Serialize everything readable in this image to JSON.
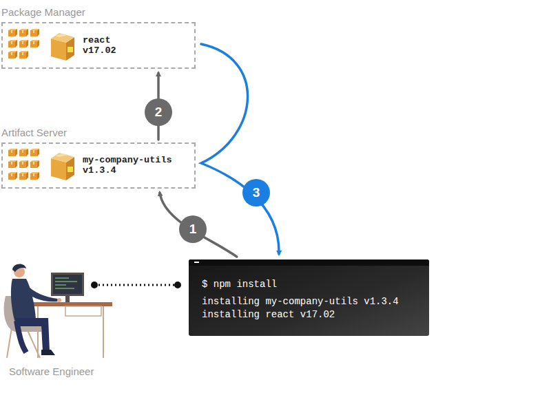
{
  "diagram": {
    "nodes": [
      {
        "text": [
          "Package Manager",
          "react v17.02"
        ]
      },
      {
        "text": [
          "Artifact Server",
          "my-company-utils v1.3.4"
        ]
      },
      {
        "text": [
          "$ npm install",
          "installing my-company-utils v1.3.4",
          "installing react v17.02"
        ]
      }
    ],
    "edges": [
      {
        "from": 2,
        "to": 1,
        "label": "1",
        "arrow": "to"
      },
      {
        "from": 1,
        "to": 0,
        "label": "2",
        "arrow": "to"
      },
      {
        "from": 0,
        "to": 2,
        "label": "3",
        "arrow": "to"
      }
    ],
    "labels": [
      "Software Engineer"
    ]
  }
}
